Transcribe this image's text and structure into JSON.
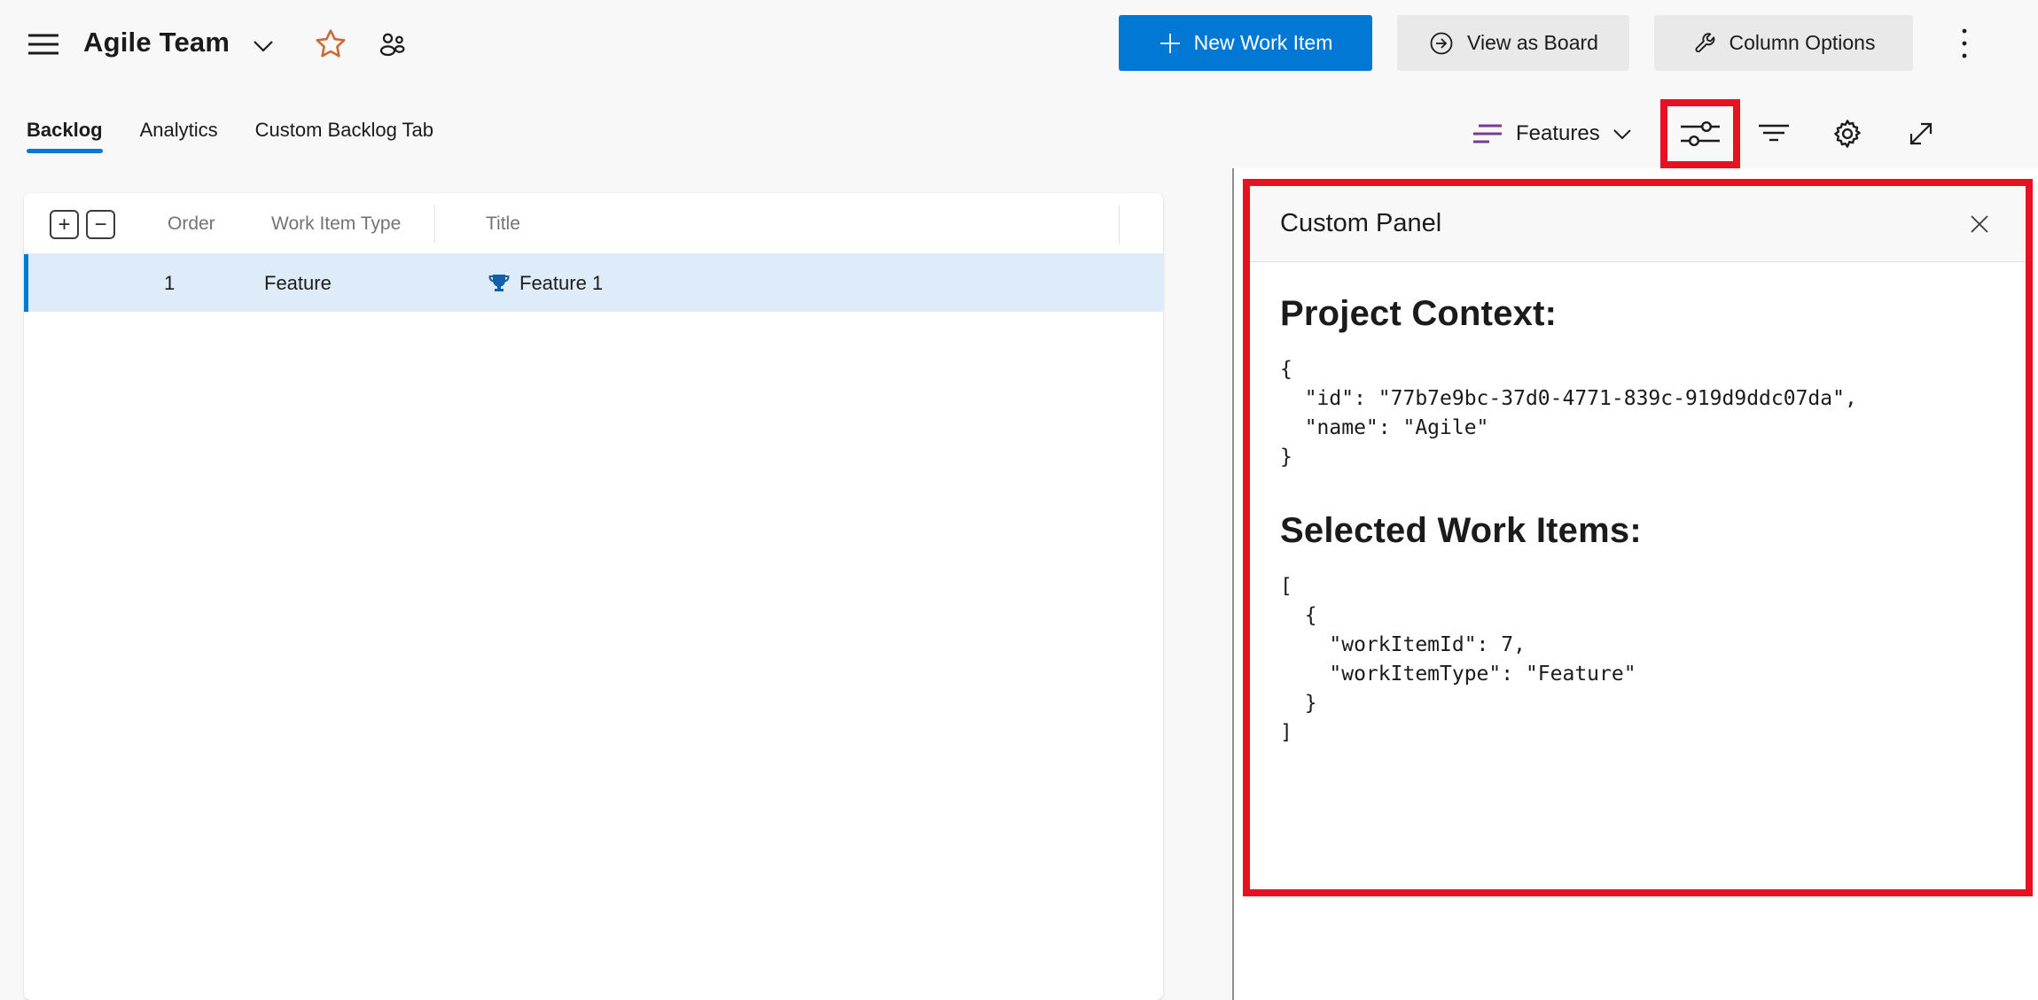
{
  "command_bar": {
    "team_name": "Agile Team",
    "new_work_item_label": "New Work Item",
    "view_as_board_label": "View as Board",
    "column_options_label": "Column Options"
  },
  "tabs": [
    {
      "label": "Backlog",
      "active": true
    },
    {
      "label": "Analytics",
      "active": false
    },
    {
      "label": "Custom Backlog Tab",
      "active": false
    }
  ],
  "view_toolbar": {
    "backlog_level_label": "Features",
    "icons": [
      "backlog-level-icon",
      "sliders-icon",
      "filter-icon",
      "gear-icon",
      "expand-icon"
    ]
  },
  "backlog_table": {
    "columns": [
      "Order",
      "Work Item Type",
      "Title"
    ],
    "add_button": "+",
    "remove_button": "−",
    "rows": [
      {
        "order": "1",
        "work_item_type": "Feature",
        "title": "Feature 1",
        "selected": true,
        "title_icon": "trophy-icon"
      }
    ]
  },
  "custom_panel": {
    "title": "Custom Panel",
    "project_context_heading": "Project Context:",
    "project_context_json": "{\n  \"id\": \"77b7e9bc-37d0-4771-839c-919d9ddc07da\",\n  \"name\": \"Agile\"\n}",
    "selected_work_items_heading": "Selected Work Items:",
    "selected_work_items_json": "[\n  {\n    \"workItemId\": 7,\n    \"workItemType\": \"Feature\"\n  }\n]"
  },
  "colors": {
    "primary_blue": "#0078d4",
    "selected_row_bg": "#deecf9",
    "feature_purple": "#773b93",
    "trophy_blue": "#1160a8",
    "favorite_star_orange": "#ca6b35",
    "annotation_red": "#e81123",
    "page_background": "#f8f8f8"
  }
}
